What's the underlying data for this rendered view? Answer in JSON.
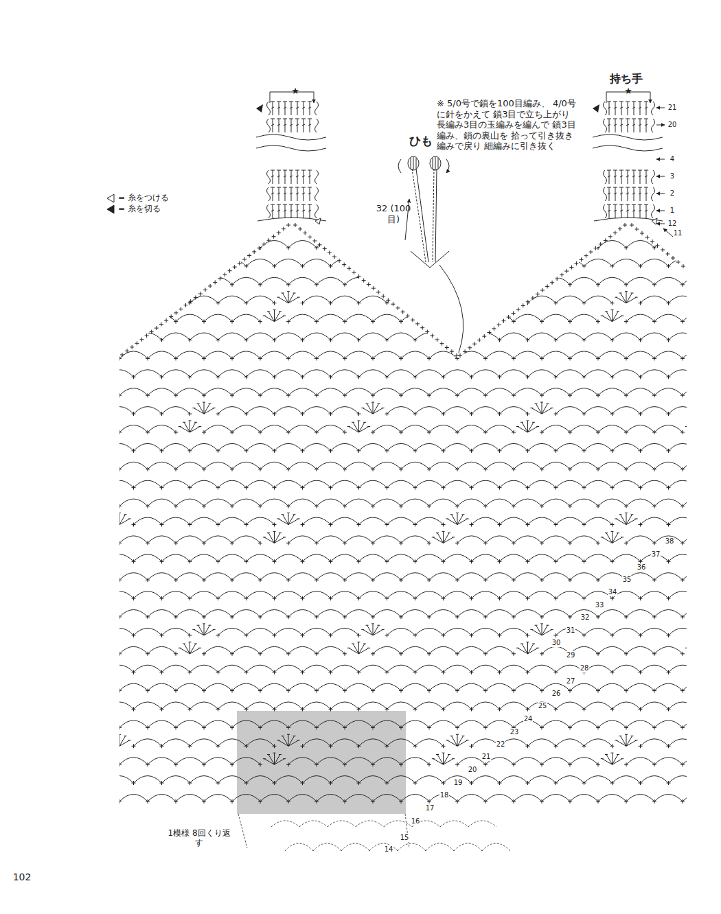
{
  "diagram": {
    "labels": [
      "★",
      "★",
      "持ち手",
      "ひも",
      "※ 5/0号で鎖を100目編み、 4/0号に針をかえて 鎖3目で立ち上がり 長編み3目の玉編みを編んで 鎖3目編み、鎖の裏山を 拾って引き抜き編みで戻り 細編みに引き抜く",
      "32 (100目)",
      "1模様 8回くり返す",
      "102",
      "21",
      "20",
      "4",
      "3",
      "2",
      "1",
      "12",
      "11",
      "38",
      "37",
      "36",
      "35",
      "34",
      "33",
      "32",
      "31",
      "30",
      "29",
      "28",
      "27",
      "26",
      "25",
      "24",
      "23",
      "22",
      "21",
      "20",
      "19",
      "18",
      "17",
      "16",
      "15",
      "14"
    ],
    "legend": [
      {
        "text": "= 糸をつける"
      },
      {
        "text": "= 糸を切る"
      }
    ]
  }
}
